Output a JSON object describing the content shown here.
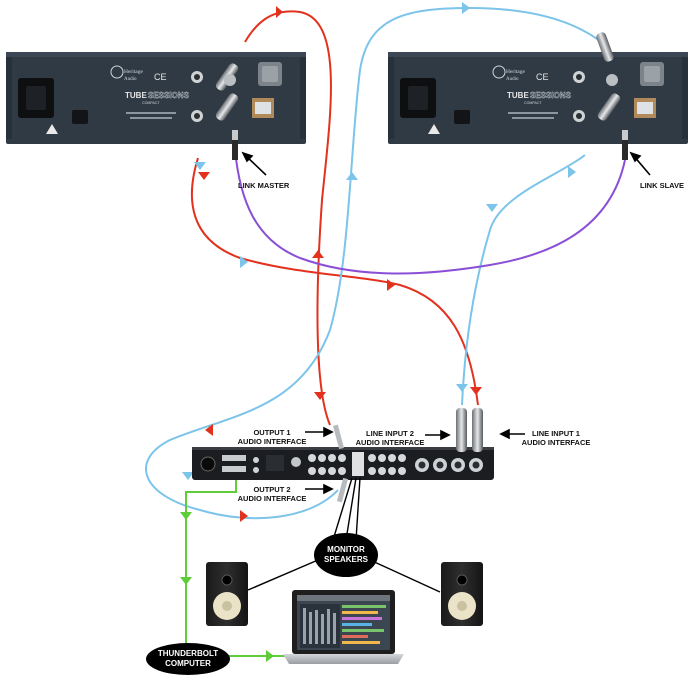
{
  "units": [
    {
      "brand_line1": "Heritage",
      "brand_line2": "Audio",
      "model_bold": "TUBE",
      "model_outline": "SESSIONS",
      "model_sub": "COMPACT",
      "ce": "CE",
      "link_label": "LINK MASTER"
    },
    {
      "brand_line1": "Heritage",
      "brand_line2": "Audio",
      "model_bold": "TUBE",
      "model_outline": "SESSIONS",
      "model_sub": "COMPACT",
      "ce": "CE",
      "link_label": "LINK SLAVE"
    }
  ],
  "labels": {
    "output1_line1": "OUTPUT 1",
    "output1_line2": "AUDIO INTERFACE",
    "output2_line1": "OUTPUT 2",
    "output2_line2": "AUDIO INTERFACE",
    "linein2_line1": "LINE INPUT 2",
    "linein2_line2": "AUDIO INTERFACE",
    "linein1_line1": "LINE INPUT 1",
    "linein1_line2": "AUDIO INTERFACE",
    "monitor_line1": "MONITOR",
    "monitor_line2": "SPEAKERS",
    "thunderbolt_line1": "THUNDERBOLT",
    "thunderbolt_line2": "COMPUTER"
  },
  "colors": {
    "red_cable": "#e2321e",
    "blue_cable": "#7cc4ea",
    "purple_cable": "#8a4fd6",
    "green_cable": "#5fcc3a",
    "unit_panel": "#2f3a44"
  }
}
